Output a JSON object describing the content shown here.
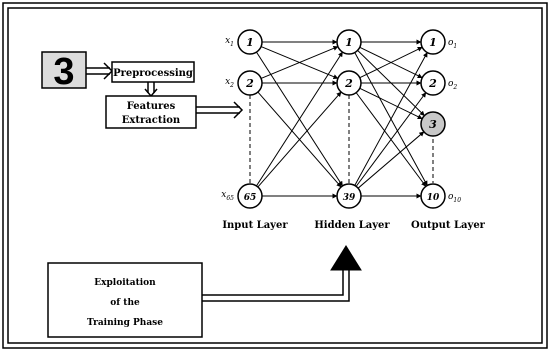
{
  "digit_glyph": "3",
  "boxes": {
    "preprocessing": "Preprocessing",
    "features": [
      "Features",
      "Extraction"
    ],
    "exploitation": [
      "Exploitation",
      "of the",
      "Training Phase"
    ]
  },
  "layers": {
    "input": {
      "label": "Input Layer",
      "nodes": [
        "1",
        "2",
        "65"
      ],
      "var_prefix": "x",
      "subscripts": [
        "1",
        "2",
        "65"
      ]
    },
    "hidden": {
      "label": "Hidden Layer",
      "nodes": [
        "1",
        "2",
        "39"
      ]
    },
    "output": {
      "label": "Output Layer",
      "nodes": [
        "1",
        "2",
        "3",
        "10"
      ],
      "var_prefix": "o",
      "subscripts": [
        "1",
        "2",
        "",
        "10"
      ],
      "highlighted_node": "3"
    }
  },
  "colors": {
    "stroke": "#000000",
    "highlight_fill": "#c8c8c8",
    "background": "#ffffff"
  }
}
